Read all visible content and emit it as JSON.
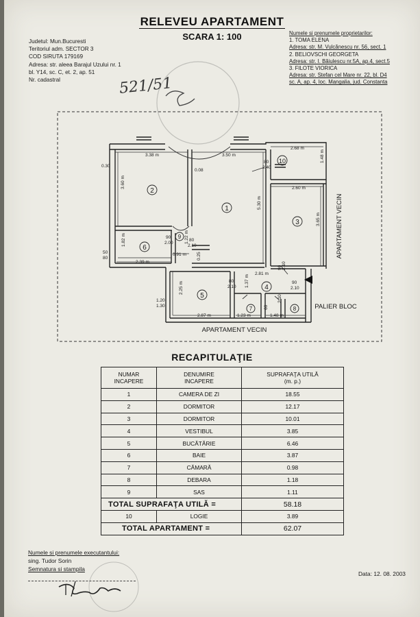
{
  "document": {
    "title": "RELEVEU APARTAMENT",
    "scale": "SCARA  1: 100",
    "handwritten_number": "521/51"
  },
  "location_info": [
    "Judetul: Mun.Bucuresti",
    "Teritoriul adm. SECTOR 3",
    "COD SIRUTA 179169",
    "Adresa: str. aleea Barajul Uzului nr. 1",
    "bl. Y14, sc. C, et. 2, ap. 51",
    "Nr. cadastral"
  ],
  "owners": {
    "header": "Numele si prenumele proprietarilor:",
    "lines": [
      "1. TOMA ELENA",
      "Adresa: str. M. Vulcănescu nr. 56, sect. 1",
      "2. BELIOVSCHI GEORGETA",
      "Adresa: str. I. Băiulescu nr.5A, ap.4, sect.5",
      "3. FILOTE VIORICA",
      "Adresa: str. Stefan cel Mare nr. 22, bl. D4",
      "sc. A, ap. 4, loc. Mangalia, jud. Constanta"
    ]
  },
  "plan": {
    "labels": {
      "neighbor_right": "APARTAMENT VECIN",
      "neighbor_bottom": "APARTAMENT VECIN",
      "landing": "PALIER BLOC"
    },
    "rooms": [
      "1",
      "2",
      "3",
      "4",
      "5",
      "6",
      "7",
      "8",
      "9",
      "10"
    ],
    "dimensions": {
      "d1": "3.38 m",
      "d2": "3.50 m",
      "d3": "2.68 m",
      "d4": "2.60 m",
      "d5": "3.60 m",
      "d6": "5.30 m",
      "d7": "3.65 m",
      "d8": "1.48 m",
      "d9": "1.82 m",
      "d10": "2.39 m",
      "d11": "0.91 m",
      "d12": "2.81 m",
      "d13": "2.25 m",
      "d14": "2.87 m",
      "d15": "1.23 m",
      "d16": "1.48 m",
      "d17": "1.37 m",
      "d18": "1.22 m",
      "w1": "0.30",
      "w2": "0.08",
      "w3": "0.25",
      "o1": "80",
      "o2": "2.40",
      "o3": "90",
      "o4": "2.00",
      "o5": "80",
      "o6": "2.10",
      "o7": "80",
      "o8": "2.10",
      "o9": "90",
      "o10": "2.10",
      "o11": "90",
      "o12": "2.10",
      "o13": "1.20",
      "o14": "1.30",
      "o15": "50",
      "o16": "80",
      "o17": "60",
      "o18": "2.10"
    }
  },
  "recap": {
    "title": "RECAPITULAŢIE",
    "headers": [
      "NUMAR\nINCAPERE",
      "DENUMIRE\nINCAPERE",
      "SUPRAFAŢA UTILĂ\n(m. p.)"
    ],
    "rows": [
      {
        "num": "1",
        "name": "CAMERA DE ZI",
        "area": "18.55"
      },
      {
        "num": "2",
        "name": "DORMITOR",
        "area": "12.17"
      },
      {
        "num": "3",
        "name": "DORMITOR",
        "area": "10.01"
      },
      {
        "num": "4",
        "name": "VESTIBUL",
        "area": "3.85"
      },
      {
        "num": "5",
        "name": "BUCĂTĂRIE",
        "area": "6.46"
      },
      {
        "num": "6",
        "name": "BAIE",
        "area": "3.87"
      },
      {
        "num": "7",
        "name": "CĂMARĂ",
        "area": "0.98"
      },
      {
        "num": "8",
        "name": "DEBARA",
        "area": "1.18"
      },
      {
        "num": "9",
        "name": "SAS",
        "area": "1.11"
      }
    ],
    "total_useful_label": "TOTAL SUPRAFAŢA UTILĂ =",
    "total_useful_value": "58.18",
    "logia": {
      "num": "10",
      "name": "LOGIE",
      "area": "3.89"
    },
    "total_apartment_label": "TOTAL  APARTAMENT  =",
    "total_apartment_value": "62.07"
  },
  "executant": {
    "lines": [
      "Numele si prenumele executantului:",
      "sing. Tudor Sorin",
      "Semnatura si stampila"
    ]
  },
  "date": "Data: 12. 08. 2003"
}
